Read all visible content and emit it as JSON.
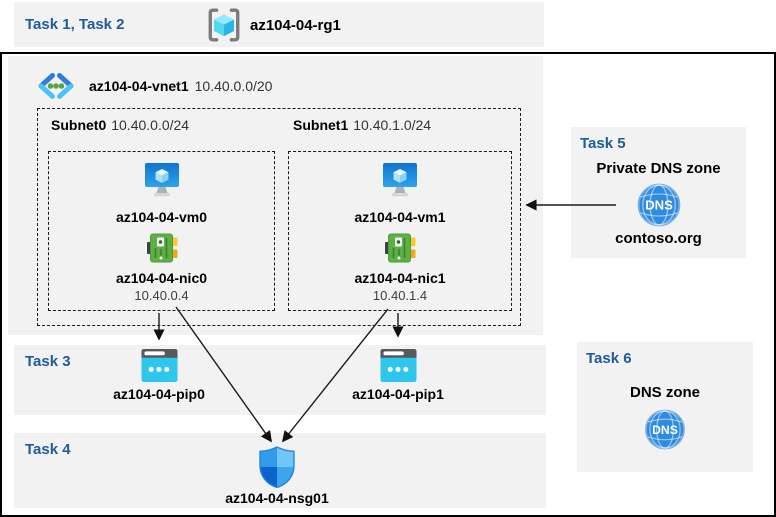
{
  "colors": {
    "page_bg": "#ffffff",
    "panel_bg": "#f2f2f2",
    "task_label_blue": "#1e5c9b",
    "border_black": "#000000",
    "arrow": "#1a1a1a",
    "dns_blue": "#2e8be0",
    "pip_cyan": "#2ec6ed",
    "nic_green": "#5cb145",
    "vm_blue": "#1385dd",
    "nsg_dark_blue": "#0c63c9"
  },
  "top_band": {
    "task_label": "Task 1, Task 2",
    "resource_group": "az104-04-rg1"
  },
  "vnet": {
    "name": "az104-04-vnet1",
    "cidr": "10.40.0.0/20",
    "subnets": [
      {
        "name": "Subnet0",
        "cidr": "10.40.0.0/24",
        "vm": "az104-04-vm0",
        "nic": "az104-04-nic0",
        "ip": "10.40.0.4"
      },
      {
        "name": "Subnet1",
        "cidr": "10.40.1.0/24",
        "vm": "az104-04-vm1",
        "nic": "az104-04-nic1",
        "ip": "10.40.1.4"
      }
    ]
  },
  "task3": {
    "label": "Task 3",
    "pip0": "az104-04-pip0",
    "pip1": "az104-04-pip1"
  },
  "task4": {
    "label": "Task 4",
    "nsg": "az104-04-nsg01"
  },
  "task5": {
    "label": "Task 5",
    "title": "Private DNS zone",
    "zone_name": "contoso.org",
    "icon_text": "DNS"
  },
  "task6": {
    "label": "Task 6",
    "title": "DNS zone",
    "icon_text": "DNS"
  }
}
